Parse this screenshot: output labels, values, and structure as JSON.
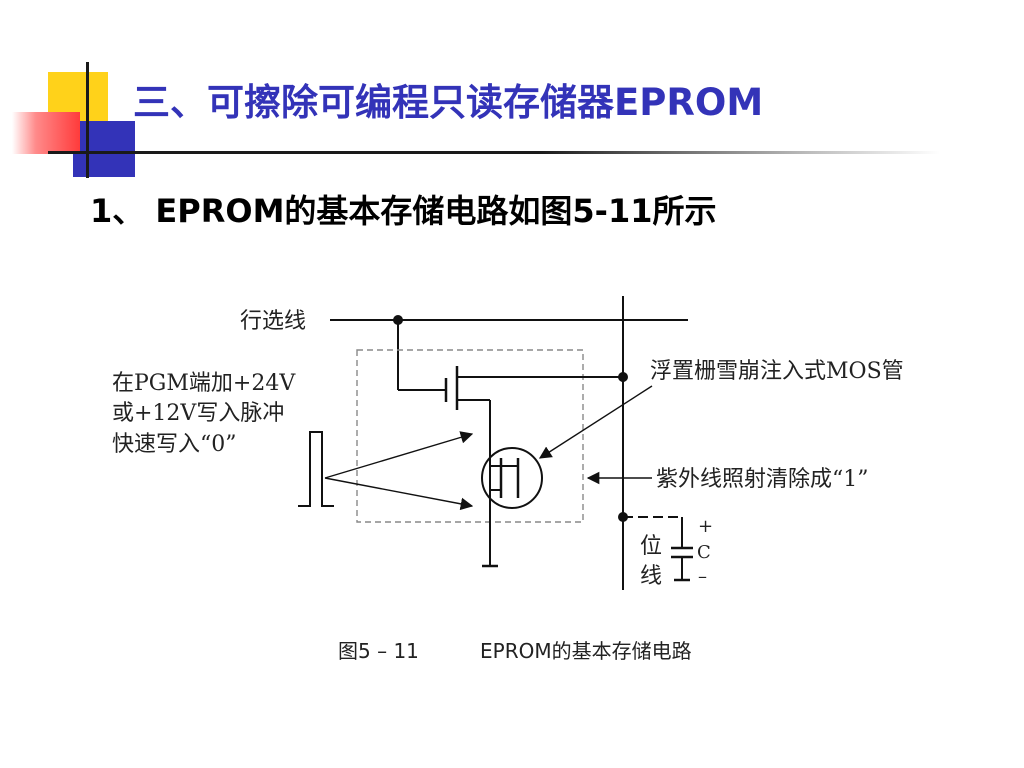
{
  "slide": {
    "title": "三、可擦除可编程只读存储器EPROM",
    "subtitle": "1、 EPROM的基本存储电路如图5-11所示"
  },
  "diagram": {
    "row_line_label": "行选线",
    "write_note": [
      "在PGM端加+24V",
      "或+12V写入脉冲",
      "快速写入“0”"
    ],
    "fgmos_label": "浮置栅雪崩注入式MOS管",
    "uv_erase_label": "紫外线照射清除成“1”",
    "bitline_label": [
      "位",
      "线"
    ],
    "cap_plus": "+",
    "cap_letter": "C",
    "cap_minus": "–",
    "caption_fig": "图5 – 11",
    "caption_text": "EPROM的基本存储电路"
  },
  "colors": {
    "title": "#3333b8",
    "accent_yellow": "#ffd21a",
    "accent_blue": "#3333b8",
    "accent_red": "#ff3b3b"
  }
}
